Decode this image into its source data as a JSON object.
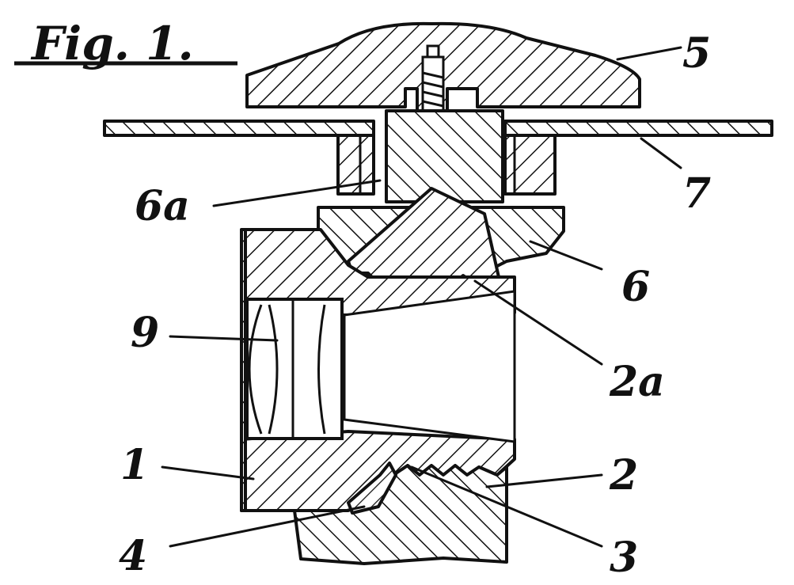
{
  "figure": {
    "title": "Fig. 1.",
    "labels": {
      "l1": "1",
      "l2": "2",
      "l2a": "2a",
      "l3": "3",
      "l4": "4",
      "l5": "5",
      "l6": "6",
      "l6a": "6a",
      "l7": "7",
      "l9": "9"
    },
    "colors": {
      "ink": "#111111",
      "paper": "#ffffff"
    }
  }
}
